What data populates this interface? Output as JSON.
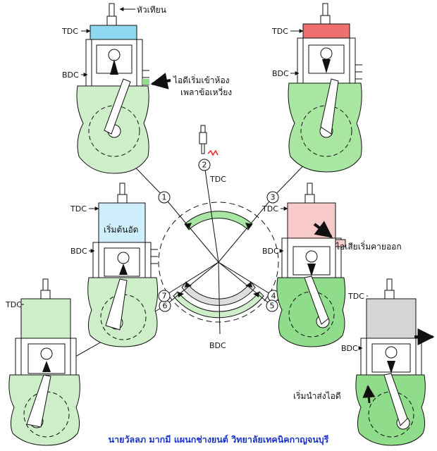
{
  "labels": {
    "spark_plug": "หัวเทียน",
    "intake_to_crankcase_1": "ไอดีเริ่มเข้าห้อง",
    "intake_to_crankcase_2": "เพลาข้อเหวี่ยง",
    "compression_start": "เริ่มต้นอัด",
    "exhaust_start": "ไอเสียเริ่มคายออก",
    "transfer_start": "เริ่มนำส่งไอดี",
    "tdc": "TDC",
    "bdc": "BDC"
  },
  "positions": [
    "1",
    "2",
    "3",
    "4",
    "5",
    "6",
    "7"
  ],
  "credit": "นายวัลลภ  มากมี  แผนกช่างยนต์  วิทยาลัยเทคนิคกาญจนบุรี",
  "colors": {
    "crankcase_green": "#cdeec8",
    "crankcase_green_dark": "#8fdc8a",
    "cyan_charge": "#8fd9f0",
    "cyan_light": "#cdeefa",
    "red_combustion": "#f07070",
    "pink_exhaust": "#f7c9c9",
    "grey_exhaust": "#d5d5d5",
    "credit_blue": "#1b32c8"
  }
}
